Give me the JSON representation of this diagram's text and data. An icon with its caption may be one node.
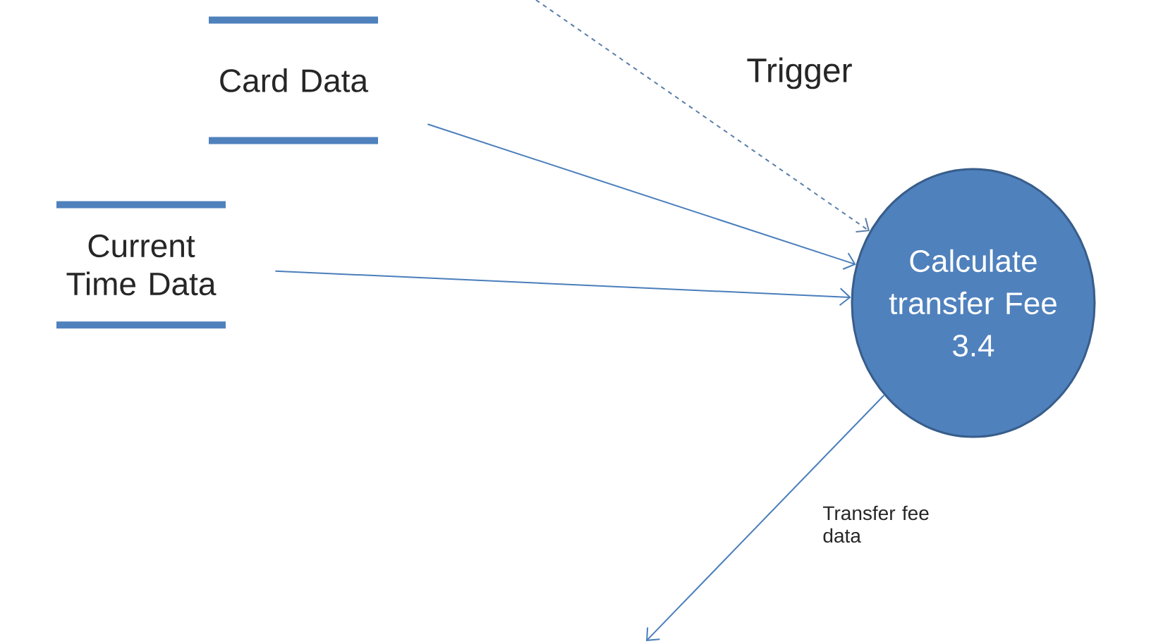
{
  "diagram": {
    "nodes": [
      {
        "text": [
          "Card Data"
        ]
      },
      {
        "text": [
          "Current Time Data"
        ]
      },
      {
        "text": [
          "Calculate transfer Fee",
          "3.4"
        ]
      }
    ],
    "edges": [
      {
        "from": 0,
        "to": 2,
        "arrow": "to"
      },
      {
        "from": 1,
        "to": 2,
        "arrow": "to"
      },
      {
        "from": null,
        "to": 2,
        "arrow": "to",
        "label": "Trigger",
        "style": "dashed"
      },
      {
        "from": 2,
        "to": null,
        "arrow": "to",
        "label": "Transfer fee data"
      }
    ]
  }
}
